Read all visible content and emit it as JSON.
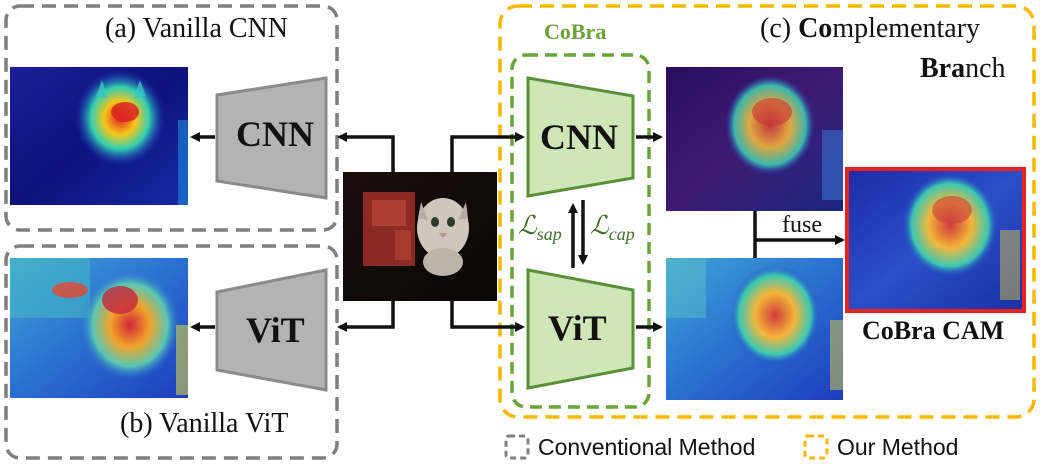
{
  "panels": {
    "a_prefix": "(a) Vanilla CNN",
    "b_prefix": "(b) Vanilla ViT",
    "c_prefix": "(c) ",
    "c_co": "Co",
    "c_rest1": "mplementary",
    "c_bra": "Bra",
    "c_rest2": "nch"
  },
  "blocks": {
    "cnn": "CNN",
    "vit": "ViT"
  },
  "cobra_label": "CoBra",
  "losses": {
    "sap_symbol": "ℒ",
    "sap_sub": "sap",
    "cap_symbol": "ℒ",
    "cap_sub": "cap"
  },
  "fuse_label": "fuse",
  "output_label": "CoBra CAM",
  "legend": {
    "conventional": "Conventional Method",
    "ours": "Our Method"
  },
  "colors": {
    "gray_dash": "#7f7f7f",
    "yellow_dash": "#f5b800",
    "green_dash": "#6aa33a",
    "green_fill": "#cfe7b6",
    "green_stroke": "#5a8f3a",
    "gray_fill": "#b3b3b3",
    "gray_stroke": "#8a8a8a",
    "red_border": "#e6241d"
  }
}
